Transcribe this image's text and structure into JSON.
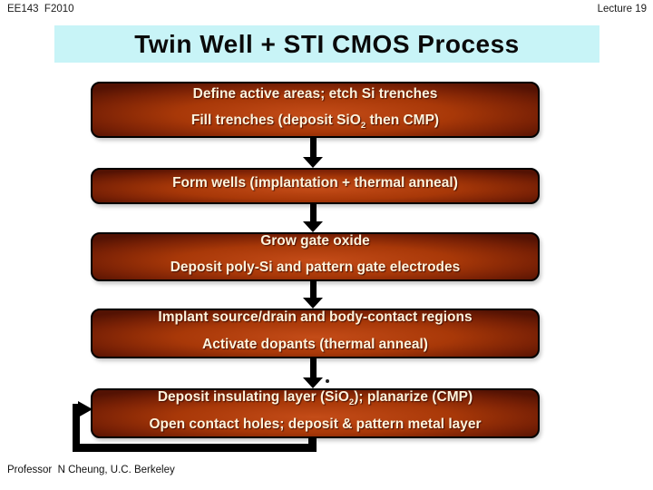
{
  "header": {
    "course": "EE143  F2010",
    "lecture": "Lecture 19"
  },
  "title": "Twin Well + STI CMOS Process",
  "flowchart": {
    "boxes": [
      {
        "lines": [
          {
            "pre": "Define active areas; etch Si trenches",
            "sub": "",
            "post": ""
          },
          {
            "pre": "Fill trenches (deposit SiO",
            "sub": "2",
            "post": " then CMP)"
          }
        ]
      },
      {
        "lines": [
          {
            "pre": "Form wells (implantation + thermal anneal)",
            "sub": "",
            "post": ""
          }
        ]
      },
      {
        "lines": [
          {
            "pre": "Grow gate oxide",
            "sub": "",
            "post": ""
          },
          {
            "pre": "Deposit poly-Si and pattern gate electrodes",
            "sub": "",
            "post": ""
          }
        ]
      },
      {
        "lines": [
          {
            "pre": "Implant source/drain and body-contact regions",
            "sub": "",
            "post": ""
          },
          {
            "pre": "Activate dopants (thermal anneal)",
            "sub": "",
            "post": ""
          }
        ]
      },
      {
        "lines": [
          {
            "pre": "Deposit insulating layer (SiO",
            "sub": "2",
            "post": "); planarize (CMP)"
          },
          {
            "pre": "Open contact holes; deposit & pattern metal layer",
            "sub": "",
            "post": ""
          }
        ]
      }
    ],
    "stray_mark": "."
  },
  "footer": "Professor  N Cheung, U.C. Berkeley",
  "colors": {
    "title_bg": "#c8f4f7",
    "box_center": "#c44c18",
    "box_edge": "#531203",
    "box_text": "#fdf3dc",
    "arrow": "#000000",
    "background": "#ffffff"
  }
}
